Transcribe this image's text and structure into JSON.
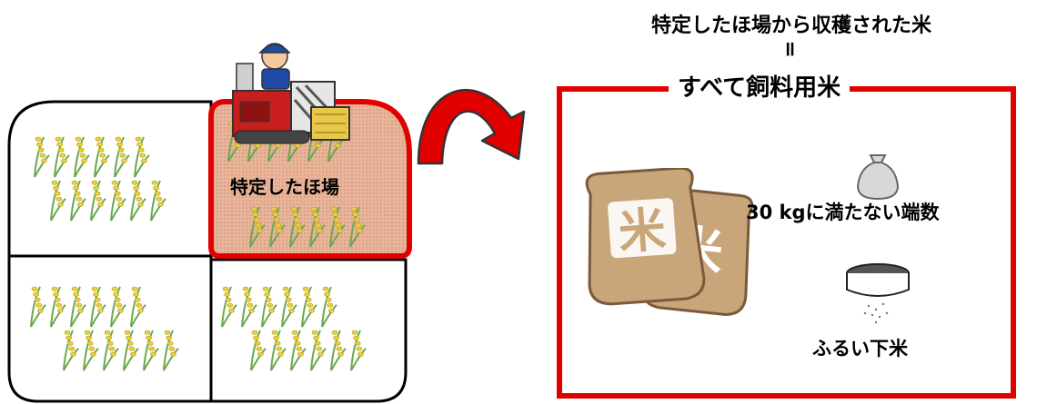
{
  "fields": {
    "target_field_label": "特定したほ場"
  },
  "right_panel": {
    "title": "特定したほ場から収穫された米",
    "equals": "॥",
    "subtitle": "すべて飼料用米",
    "remainder_label": "30 kgに満たない端数",
    "sieved_rice_label": "ふるい下米",
    "bag_glyph": "米"
  },
  "colors": {
    "accent_red": "#e00000",
    "field_fill": "#e8b59a",
    "bag_brown": "#c9a57a",
    "rice_yellow": "#e8d23a",
    "rice_green": "#6aa84f"
  },
  "icons": {
    "arrow": "curved-arrow-icon",
    "harvester": "combine-harvester-icon",
    "small_bag": "small-sack-icon",
    "sieve": "sieve-icon",
    "rice_bags": "rice-bags-icon"
  }
}
